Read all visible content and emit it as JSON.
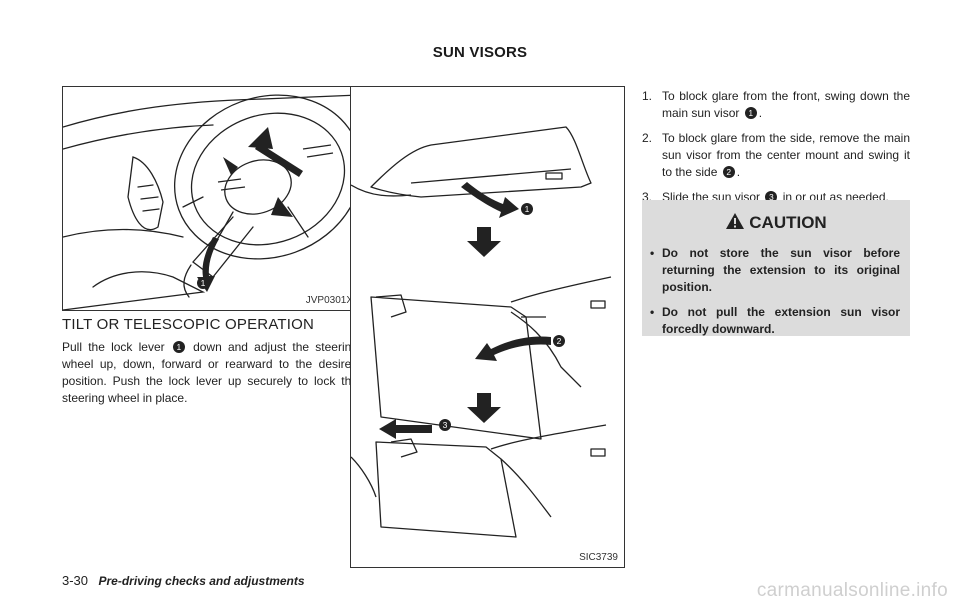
{
  "header": {
    "title": "SUN VISORS"
  },
  "figure_left": {
    "code": "JVP0301X",
    "callout": "1"
  },
  "figure_mid": {
    "code": "SIC3739",
    "callouts": [
      "1",
      "2",
      "3"
    ]
  },
  "tilt": {
    "title": "TILT OR TELESCOPIC OPERATION",
    "text_before": "Pull the lock lever",
    "callout": "1",
    "text_after": "down and adjust the steering wheel up, down, forward or rearward to the desired position. Push the lock lever up securely to lock the steering wheel in place."
  },
  "steps": [
    {
      "index": "1.",
      "before": "To block glare from the front, swing down the main sun visor",
      "callout": "1",
      "after": "."
    },
    {
      "index": "2.",
      "before": "To block glare from the side, remove the main sun visor from the center mount and swing it to the side",
      "callout": "2",
      "after": "."
    },
    {
      "index": "3.",
      "before": "Slide the sun visor",
      "callout": "3",
      "after": "in or out as needed."
    }
  ],
  "caution": {
    "title": "CAUTION",
    "bullet": "•",
    "items": [
      "Do not store the sun visor before returning the extension to its original position.",
      "Do not pull the extension sun visor forcedly downward."
    ]
  },
  "footer": {
    "page": "3-30",
    "section": "Pre-driving checks and adjustments"
  },
  "watermark": "carmanualsonline.info"
}
